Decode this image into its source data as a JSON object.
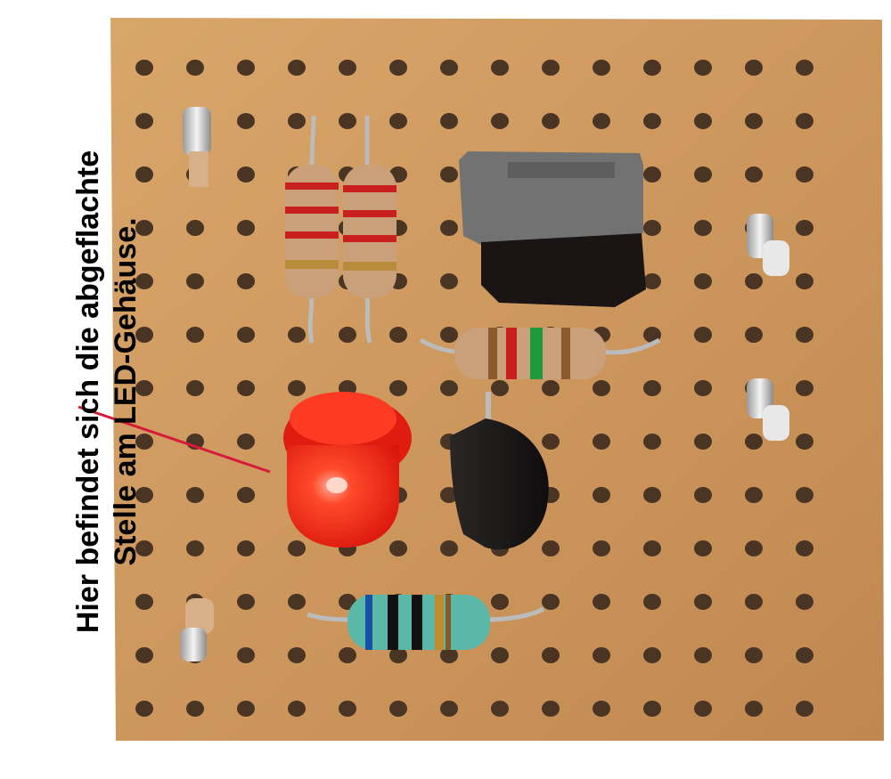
{
  "annotation": {
    "line1": "Hier befindet sich die abgeflachte",
    "line2": "Stelle am LED-Gehäuse."
  },
  "colors": {
    "board": "#c9955a",
    "hole": "#4a3424",
    "led": "#ff2a1a",
    "pointer": "#d81b3a",
    "resistor_body": "#c9a47a",
    "resistor_blue": "#5ab8a8",
    "transistor": "#1d1a1a",
    "capacitor": "#6f6f6f"
  },
  "components": [
    {
      "name": "resistor",
      "bands": [
        "#c81f1f",
        "#c81f1f",
        "#c81f1f",
        "#b88c3a"
      ]
    },
    {
      "name": "resistor",
      "bands": [
        "#c81f1f",
        "#c81f1f",
        "#c81f1f",
        "#b88c3a"
      ]
    },
    {
      "name": "resistor",
      "bands": [
        "#8a5a2a",
        "#c81f1f",
        "#1e9a3a",
        "#8a5a2a"
      ]
    },
    {
      "name": "resistor",
      "bands": [
        "#1a4fa8",
        "#111111",
        "#111111",
        "#c28a2a",
        "#8a5a2a"
      ]
    },
    {
      "name": "led"
    },
    {
      "name": "transistor"
    },
    {
      "name": "capacitor"
    }
  ]
}
